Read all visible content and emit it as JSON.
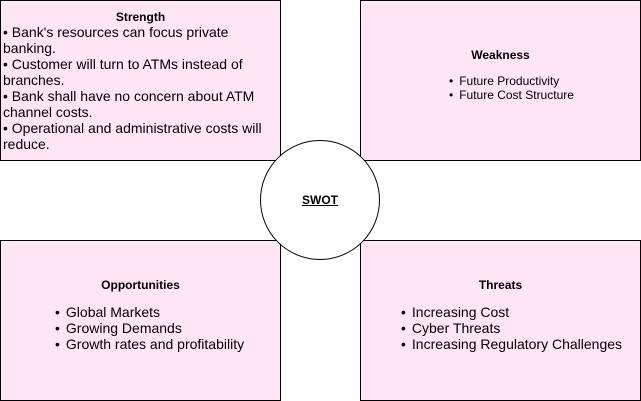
{
  "center_label": "SWOT",
  "strength": {
    "title": "Strength",
    "items": [
      "• Bank's resources can focus private banking.",
      "• Customer will turn to ATMs instead of branches.",
      "• Bank shall have no concern about ATM channel costs.",
      "• Operational and administrative costs will reduce."
    ]
  },
  "weakness": {
    "title": "Weakness",
    "items": [
      "Future Productivity",
      "Future Cost Structure"
    ]
  },
  "opportunities": {
    "title": "Opportunities",
    "items": [
      "Global Markets",
      "Growing Demands",
      "Growth rates and profitability"
    ]
  },
  "threats": {
    "title": "Threats",
    "items": [
      "Increasing Cost",
      "Cyber Threats",
      "Increasing Regulatory Challenges"
    ]
  },
  "colors": {
    "box_fill": "#ffe6f5",
    "border": "#000000",
    "circle_fill": "#ffffff"
  }
}
